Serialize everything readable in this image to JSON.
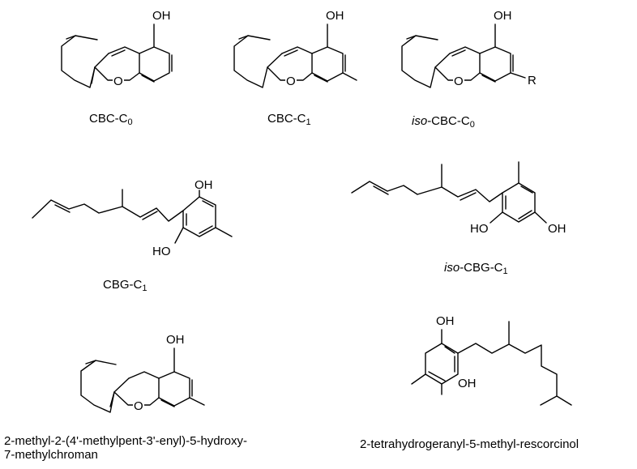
{
  "atom_labels": {
    "hydroxyl": "OH",
    "hydroxyl_left": "HO",
    "ring_oxygen": "O",
    "r_group": "R"
  },
  "captions": {
    "cbc_c0": {
      "main": "CBC-C",
      "sub": "0"
    },
    "cbc_c1": {
      "main": "CBC-C",
      "sub": "1"
    },
    "iso_cbc_c0": {
      "prefix": "iso",
      "main": "-CBC-C",
      "sub": "0"
    },
    "cbg_c1": {
      "main": "CBG-C",
      "sub": "1"
    },
    "iso_cbg_c1": {
      "prefix": "iso",
      "main": "-CBG-C",
      "sub": "1"
    },
    "methylchroman": {
      "line1": "2-methyl-2-(4'-methylpent-3'-enyl)-5-hydroxy-",
      "line2": "7-methylchroman"
    },
    "rescorcinol": {
      "text": "2-tetrahydrogeranyl-5-methyl-rescorcinol"
    }
  }
}
